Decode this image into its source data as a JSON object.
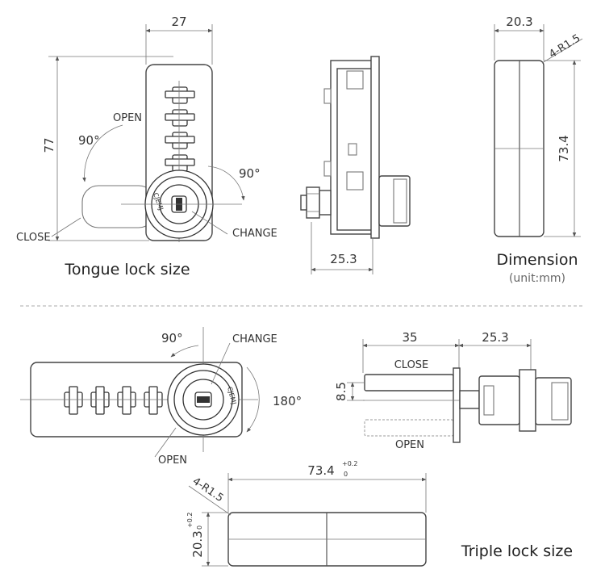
{
  "tongue": {
    "width_dim": "27",
    "height_dim": "77",
    "open_label": "OPEN",
    "angle_left": "90°",
    "angle_right": "90°",
    "close_label": "CLOSE",
    "change_label": "CHANGE",
    "caption": "Tongue lock size",
    "key_text": "CJEMJ"
  },
  "side_view": {
    "depth_dim": "25.3"
  },
  "dimension_view": {
    "width_dim": "20.3",
    "radius_label": "4-R1.5",
    "height_dim": "73.4",
    "caption": "Dimension",
    "unit": "(unit:mm)"
  },
  "triple": {
    "angle_top": "90°",
    "change_label": "CHANGE",
    "angle_right": "180°",
    "open_label": "OPEN",
    "key_text": "CJEMJ",
    "bolt_length_dim": "35",
    "body_depth_dim": "25.3",
    "close_label": "CLOSE",
    "offset_dim": "8.5",
    "open_lower_label": "OPEN",
    "length_dim": "73.4",
    "length_tol_upper": "+0.2",
    "length_tol_lower": "0",
    "radius_label": "4-R1.5",
    "height_dim": "20.3",
    "height_tol_upper": "+0.2",
    "height_tol_lower": "0",
    "caption": "Triple lock size"
  }
}
